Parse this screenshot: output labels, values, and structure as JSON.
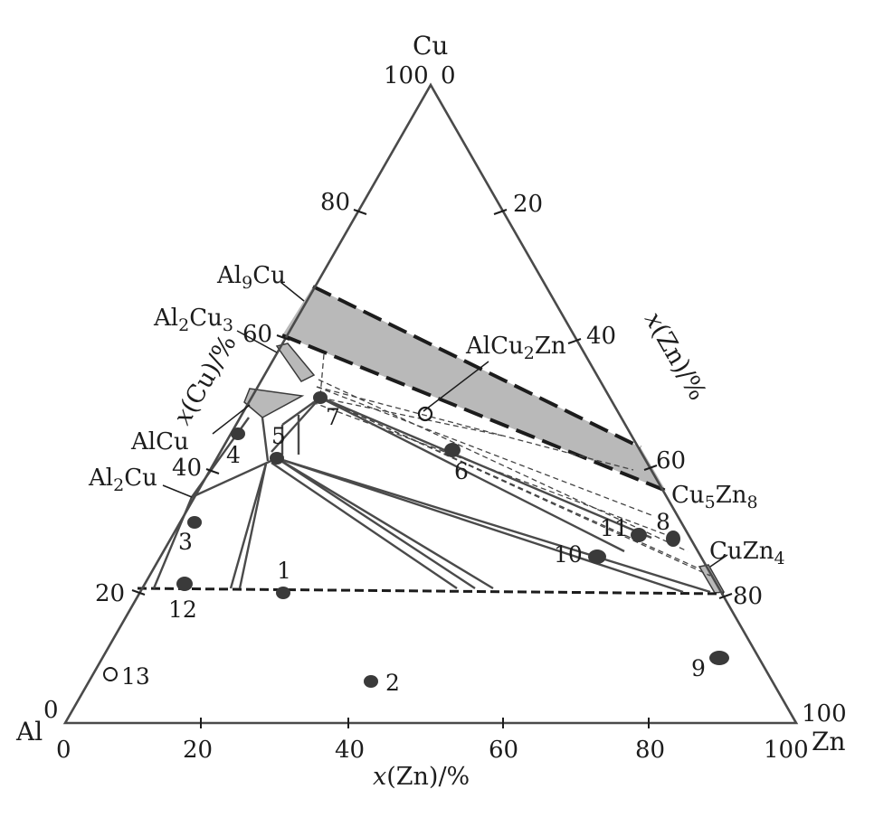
{
  "vertices": {
    "cu": "Cu",
    "al": "Al",
    "zn": "Zn"
  },
  "axis_titles": {
    "cu": {
      "x": "x",
      "rest": "(Cu)/%"
    },
    "zn_right": {
      "x": "x",
      "rest": "(Zn)/%"
    },
    "zn_bottom": {
      "x": "x",
      "rest": "(Zn)/%"
    }
  },
  "ticks": {
    "bottom": [
      "0",
      "20",
      "40",
      "60",
      "80",
      "100"
    ],
    "left": [
      "0",
      "20",
      "40",
      "60",
      "80",
      "100"
    ],
    "right": [
      "0",
      "20",
      "40",
      "60",
      "80",
      "100"
    ]
  },
  "phases": {
    "al9cu": {
      "a": "Al",
      "s1": "9",
      "b": "Cu"
    },
    "al2cu3": {
      "a": "Al",
      "s1": "2",
      "b": "Cu",
      "s2": "3"
    },
    "alcu": {
      "a": "AlCu"
    },
    "al2cu": {
      "a": "Al",
      "s1": "2",
      "b": "Cu"
    },
    "alcu2zn": {
      "a": "AlCu",
      "s1": "2",
      "b": "Zn"
    },
    "cu5zn8": {
      "a": "Cu",
      "s1": "5",
      "b": "Zn",
      "s2": "8"
    },
    "cuzn4": {
      "a": "CuZn",
      "s1": "4"
    }
  },
  "points": [
    "1",
    "2",
    "3",
    "4",
    "5",
    "6",
    "7",
    "8",
    "9",
    "10",
    "11",
    "12",
    "13"
  ],
  "colors": {
    "ink": "#1c1c1c",
    "shade": "#b9b9b9",
    "line": "#4a4a4a",
    "dot": "#3a3a3a"
  }
}
